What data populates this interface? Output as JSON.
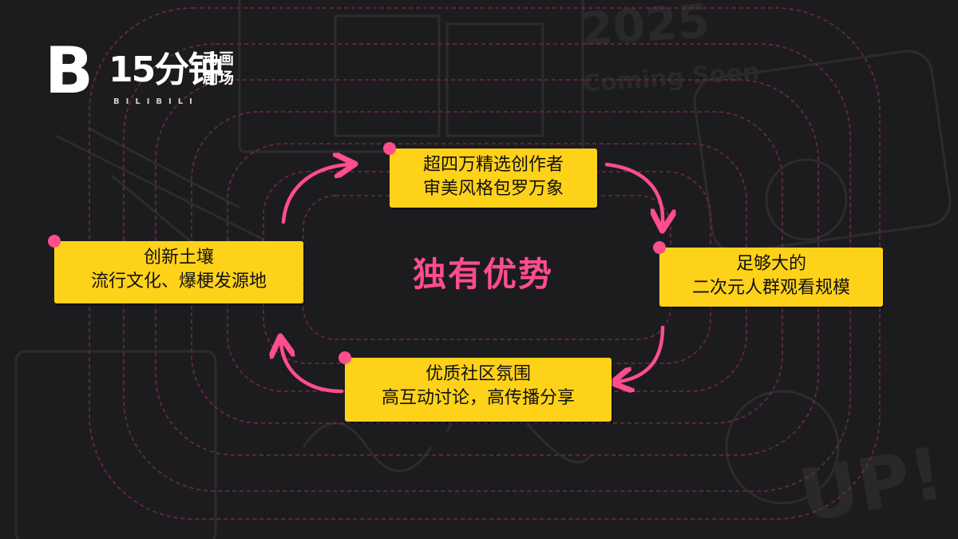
{
  "logo": {
    "main": "15分钟",
    "sub_line1": "动画",
    "sub_line2": "剧场",
    "english": "BILIBILI"
  },
  "center_title": "独有优势",
  "cards": {
    "top": {
      "line1": "超四万精选创作者",
      "line2": "审美风格包罗万象"
    },
    "right": {
      "line1": "足够大的",
      "line2": "二次元人群观看规模"
    },
    "bottom": {
      "line1": "优质社区氛围",
      "line2": "高互动讨论，高传播分享"
    },
    "left": {
      "line1": "创新土壤",
      "line2": "流行文化、爆梗发源地"
    }
  },
  "background_text": {
    "year": "2025",
    "coming": "Coming Soon",
    "up": "UP!"
  },
  "colors": {
    "background": "#1c1c1e",
    "accent_pink": "#ff4d8d",
    "card_yellow": "#ffd21a",
    "card_text": "#111111"
  }
}
